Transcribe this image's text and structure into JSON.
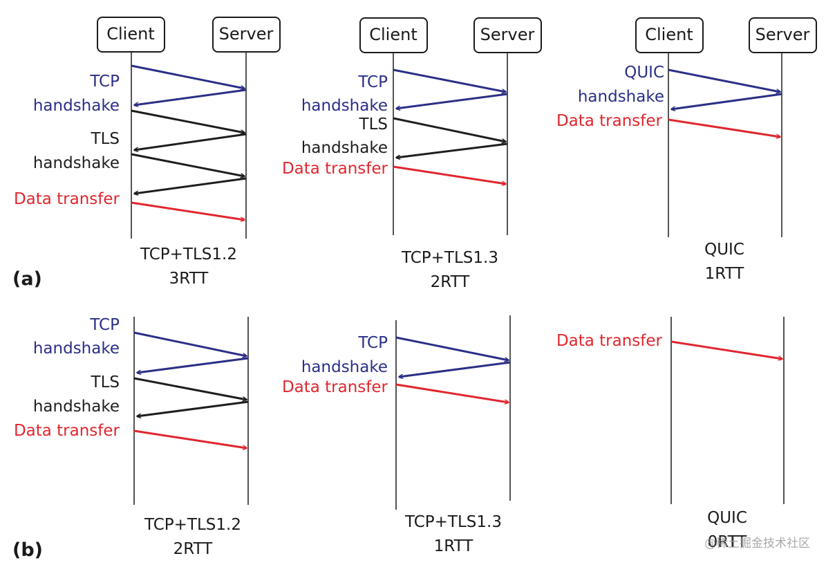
{
  "colors": {
    "blue": "#2b2f86",
    "black": "#1e1e1e",
    "red": "#e0262e",
    "line": "#1a1a1a"
  },
  "panels": {
    "a": {
      "label": "(a)"
    },
    "b": {
      "label": "(b)"
    }
  },
  "nodes": {
    "client": "Client",
    "server": "Server"
  },
  "diagrams": [
    {
      "id": "a1",
      "caption": [
        "TCP+TLS1.2",
        "3RTT"
      ],
      "steps": [
        {
          "color": "blue",
          "lines": [
            "TCP",
            "handshake"
          ]
        },
        {
          "color": "black",
          "lines": [
            "TLS",
            "handshake"
          ]
        },
        {
          "color": "red",
          "lines": [
            "Data transfer"
          ]
        }
      ]
    },
    {
      "id": "a2",
      "caption": [
        "TCP+TLS1.3",
        "2RTT"
      ],
      "steps": [
        {
          "color": "blue",
          "lines": [
            "TCP",
            "handshake"
          ]
        },
        {
          "color": "black",
          "lines": [
            "TLS",
            "handshake"
          ]
        },
        {
          "color": "red",
          "lines": [
            "Data transfer"
          ]
        }
      ]
    },
    {
      "id": "a3",
      "caption": [
        "QUIC",
        "1RTT"
      ],
      "steps": [
        {
          "color": "blue",
          "lines": [
            "QUIC",
            "handshake"
          ]
        },
        {
          "color": "red",
          "lines": [
            "Data transfer"
          ]
        }
      ]
    },
    {
      "id": "b1",
      "caption": [
        "TCP+TLS1.2",
        "2RTT"
      ],
      "steps": [
        {
          "color": "blue",
          "lines": [
            "TCP",
            "handshake"
          ]
        },
        {
          "color": "black",
          "lines": [
            "TLS",
            "handshake"
          ]
        },
        {
          "color": "red",
          "lines": [
            "Data transfer"
          ]
        }
      ]
    },
    {
      "id": "b2",
      "caption": [
        "TCP+TLS1.3",
        "1RTT"
      ],
      "steps": [
        {
          "color": "blue",
          "lines": [
            "TCP",
            "handshake"
          ]
        },
        {
          "color": "red",
          "lines": [
            "Data transfer"
          ]
        }
      ]
    },
    {
      "id": "b3",
      "caption": [
        "QUIC",
        "0RTT"
      ],
      "steps": [
        {
          "color": "red",
          "lines": [
            "Data transfer"
          ]
        }
      ]
    }
  ],
  "watermark": "@稀土掘金技术社区"
}
